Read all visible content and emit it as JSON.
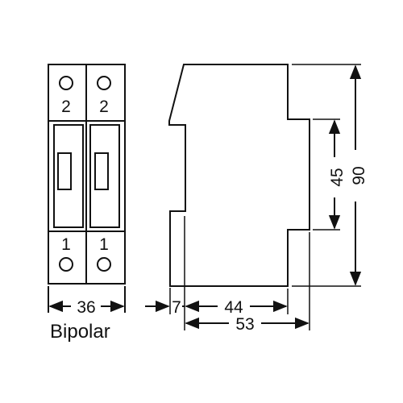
{
  "front_view": {
    "poles": [
      {
        "top_terminal": "2",
        "bottom_terminal": "1"
      },
      {
        "top_terminal": "2",
        "bottom_terminal": "1"
      }
    ],
    "width_label": "36",
    "caption": "Bipolar"
  },
  "side_view": {
    "offset_label": "7",
    "depth_label": "44",
    "total_depth_label": "53",
    "height_label": "90",
    "rail_height_label": "45"
  },
  "colors": {
    "line": "#111111",
    "background": "#ffffff"
  }
}
